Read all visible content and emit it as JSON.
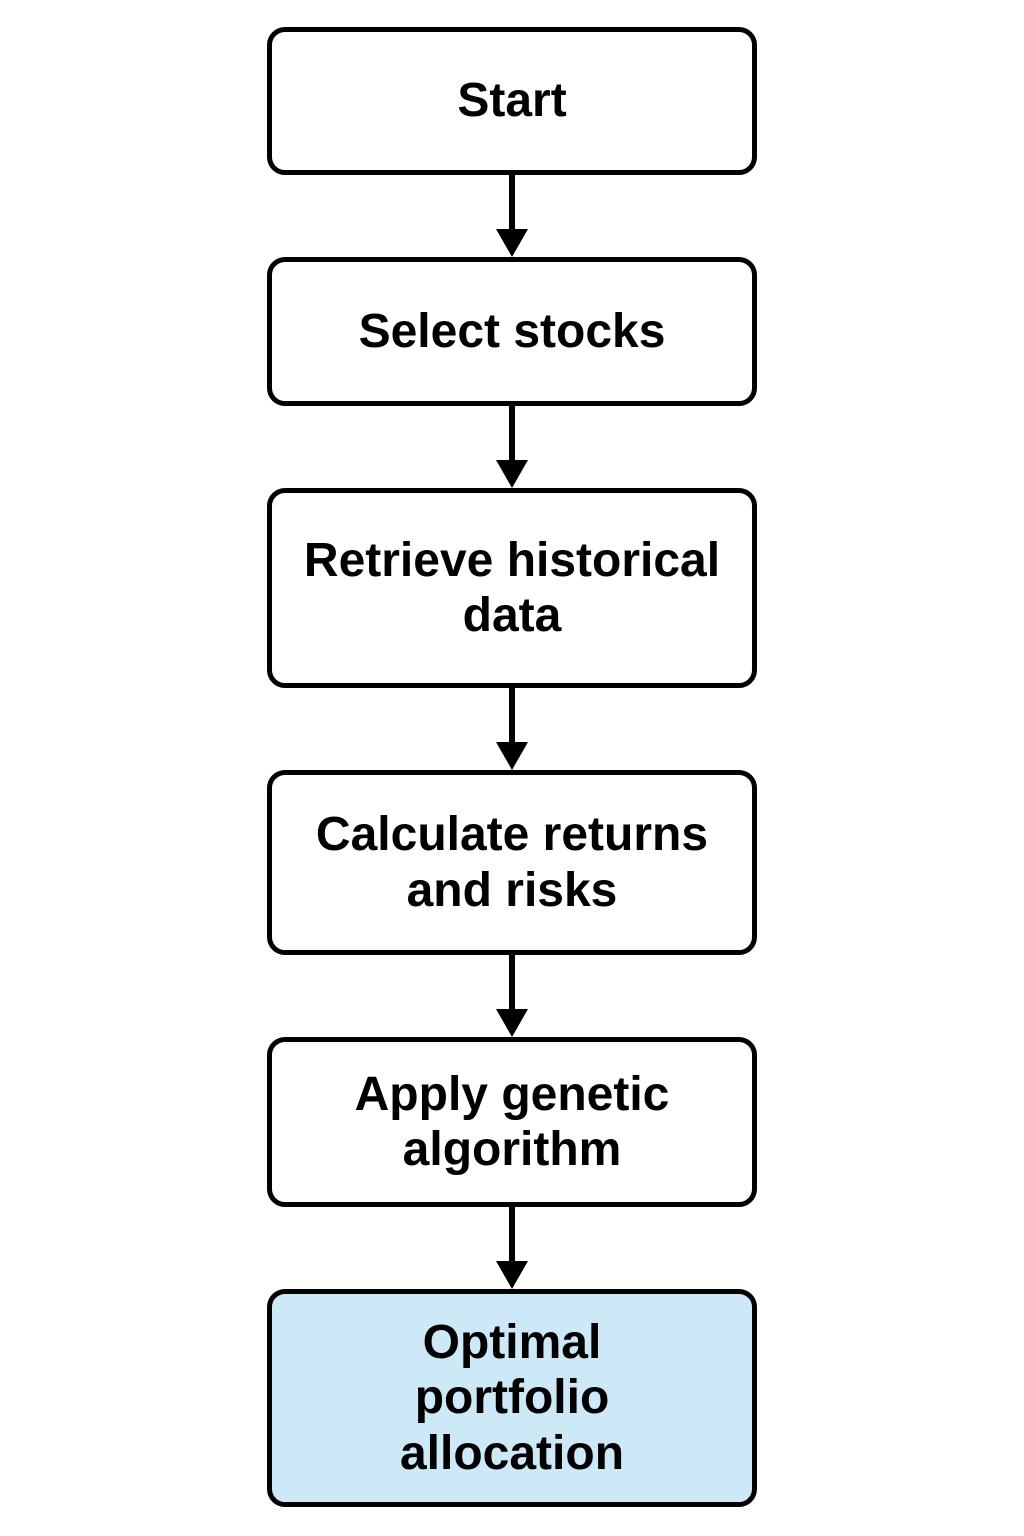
{
  "figure": {
    "type": "flowchart",
    "direction": "top-down",
    "background": "#ffffff"
  },
  "colors": {
    "node_border": "#000000",
    "node_fill": "#ffffff",
    "highlight_fill": "#cde9f7",
    "arrow": "#000000",
    "text": "#000000"
  },
  "flowchart": {
    "nodes": [
      {
        "id": "start",
        "lines": [
          "Start"
        ],
        "fill": "#ffffff"
      },
      {
        "id": "select-stocks",
        "lines": [
          "Select stocks"
        ],
        "fill": "#ffffff"
      },
      {
        "id": "retrieve-historical",
        "lines": [
          "Retrieve historical",
          "data"
        ],
        "fill": "#ffffff"
      },
      {
        "id": "calculate-returns",
        "lines": [
          "Calculate returns",
          "and risks"
        ],
        "fill": "#ffffff"
      },
      {
        "id": "apply-genetic",
        "lines": [
          "Apply genetic",
          "algorithm"
        ],
        "fill": "#ffffff"
      },
      {
        "id": "optimal-allocation",
        "lines": [
          "Optimal",
          "portfolio",
          "allocation"
        ],
        "fill": "#cde9f7"
      }
    ],
    "edges": [
      {
        "from": "start",
        "to": "select-stocks"
      },
      {
        "from": "select-stocks",
        "to": "retrieve-historical"
      },
      {
        "from": "retrieve-historical",
        "to": "calculate-returns"
      },
      {
        "from": "calculate-returns",
        "to": "apply-genetic"
      },
      {
        "from": "apply-genetic",
        "to": "optimal-allocation"
      }
    ]
  }
}
